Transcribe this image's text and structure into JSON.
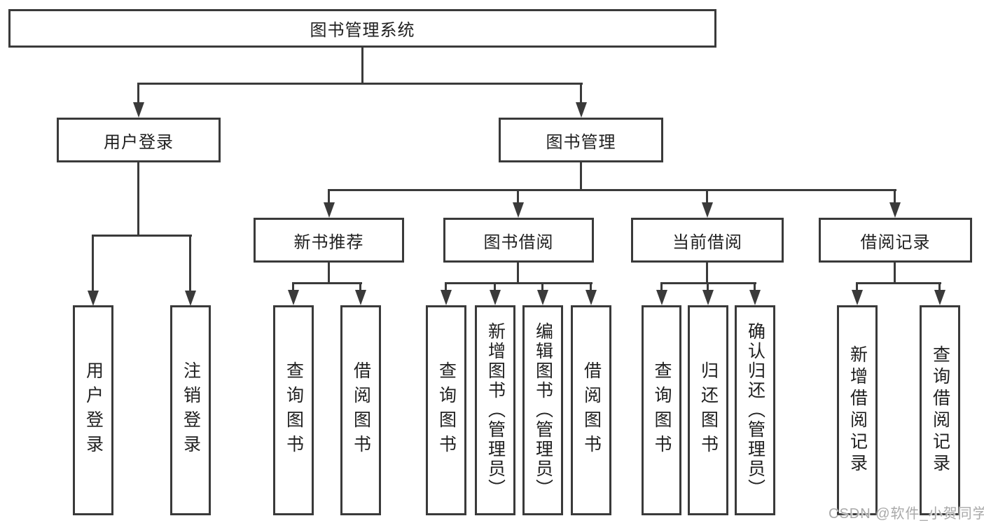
{
  "diagram": {
    "root": {
      "label": "图书管理系统"
    },
    "level2": [
      {
        "id": "user-login",
        "label": "用户登录"
      },
      {
        "id": "book-management",
        "label": "图书管理"
      }
    ],
    "level3": [
      {
        "id": "new-book-recommend",
        "label": "新书推荐",
        "parent": "book-management"
      },
      {
        "id": "book-borrow",
        "label": "图书借阅",
        "parent": "book-management"
      },
      {
        "id": "current-borrow",
        "label": "当前借阅",
        "parent": "book-management"
      },
      {
        "id": "borrow-record",
        "label": "借阅记录",
        "parent": "book-management"
      }
    ],
    "leaves": [
      {
        "parent": "user-login",
        "label": "用户登录"
      },
      {
        "parent": "user-login",
        "label": "注销登录"
      },
      {
        "parent": "new-book-recommend",
        "label": "查询图书"
      },
      {
        "parent": "new-book-recommend",
        "label": "借阅图书"
      },
      {
        "parent": "book-borrow",
        "label": "查询图书"
      },
      {
        "parent": "book-borrow",
        "label": "新增图书（管理员）"
      },
      {
        "parent": "book-borrow",
        "label": "编辑图书（管理员）"
      },
      {
        "parent": "book-borrow",
        "label": "借阅图书"
      },
      {
        "parent": "current-borrow",
        "label": "查询图书"
      },
      {
        "parent": "current-borrow",
        "label": "归还图书"
      },
      {
        "parent": "current-borrow",
        "label": "确认归还（管理员）"
      },
      {
        "parent": "borrow-record",
        "label": "新增借阅记录"
      },
      {
        "parent": "borrow-record",
        "label": "查询借阅记录"
      }
    ],
    "colors": {
      "line": "#3a3a3a",
      "text": "#1f1f1f",
      "background": "#ffffff",
      "watermark": "#a9a9a9"
    }
  },
  "watermark": {
    "text": "CSDN @软件_小贺同学"
  }
}
